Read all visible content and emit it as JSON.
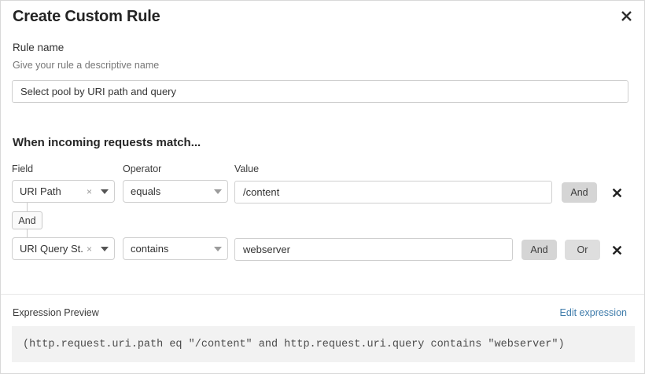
{
  "dialog": {
    "title": "Create Custom Rule",
    "close_icon": "close-icon"
  },
  "rule_name": {
    "label": "Rule name",
    "hint": "Give your rule a descriptive name",
    "value": "Select pool by URI path and query",
    "placeholder": "Rule name"
  },
  "conditions": {
    "heading": "When incoming requests match...",
    "columns": {
      "field": "Field",
      "operator": "Operator",
      "value": "Value"
    },
    "connector": {
      "label": "And"
    },
    "rows": [
      {
        "field": "URI Path",
        "field_clear_icon": "clear-icon",
        "field_caret_icon": "chevron-down-icon",
        "operator": "equals",
        "operator_caret_icon": "chevron-down-icon",
        "value": "/content",
        "value_placeholder": "Value",
        "and_label": "And",
        "remove_icon": "close-icon"
      },
      {
        "field": "URI Query St...",
        "field_clear_icon": "clear-icon",
        "field_caret_icon": "chevron-down-icon",
        "operator": "contains",
        "operator_caret_icon": "chevron-down-icon",
        "value": "webserver",
        "value_placeholder": "Value",
        "and_label": "And",
        "or_label": "Or",
        "remove_icon": "close-icon"
      }
    ]
  },
  "preview": {
    "label": "Expression Preview",
    "edit_link": "Edit expression",
    "expression": "(http.request.uri.path eq \"/content\" and http.request.uri.query contains \"webserver\")"
  },
  "colors": {
    "link": "#3f7cab",
    "chip_strong": "#d5d5d5",
    "chip_soft": "#dedede",
    "code_background": "#f2f2f2"
  }
}
